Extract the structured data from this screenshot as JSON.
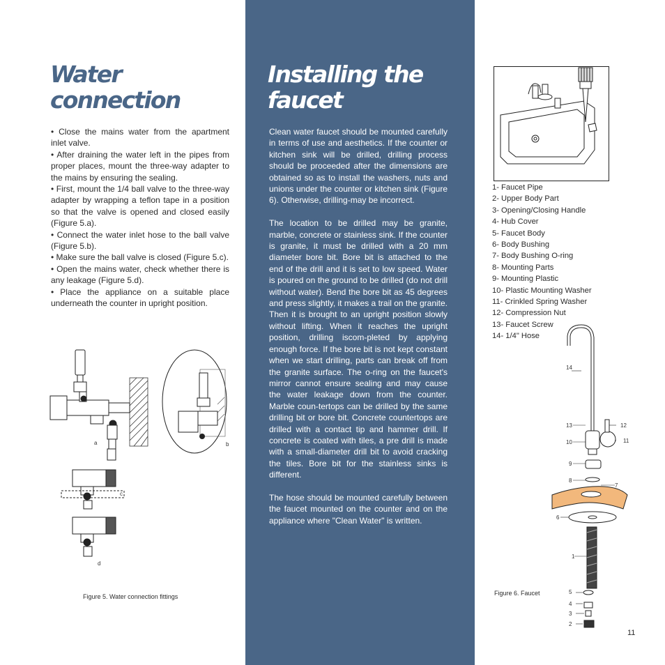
{
  "left": {
    "title": "Water connection",
    "bullets": [
      "• Close the mains water from the apartment inlet valve.",
      "• After draining the water left in the pipes from proper places, mount the three-way adapter to the mains by ensuring the sealing.",
      "• First, mount the 1/4 ball valve to the three-way adapter by wrapping a teflon tape in a position so that the valve is opened and closed easily (Figure 5.a).",
      "• Connect the water inlet hose to the ball valve (Figure 5.b).",
      "• Make sure the ball valve is closed (Figure 5.c).",
      "• Open the mains water, check whether there is any leakage (Figure 5.d).",
      "• Place the appliance on a suitable place underneath the counter in upright position."
    ],
    "fig_labels": {
      "a": "a",
      "b": "b",
      "c": "c",
      "d": "d"
    },
    "caption": "Figure 5. Water connection fittings"
  },
  "middle": {
    "title": "Installing the faucet",
    "paragraphs": [
      "Clean water faucet should be mounted carefully in terms of use and aesthetics. If the counter or kitchen sink will be drilled, drilling process should be proceeded after the dimensions are obtained so as to install the washers, nuts and unions under the counter or kitchen sink (Figure 6). Otherwise, drilling-may be incorrect.",
      "The location to be drilled may be granite, marble, concrete or stainless sink. If the counter is granite, it must be drilled with a 20 mm diameter bore bit. Bore bit is attached to the end of the drill and it is set to low speed. Water is poured on the ground to be drilled (do not drill without water). Bend the bore bit as 45 degrees and press slightly, it makes a trail on the granite. Then it is brought to an upright position slowly without lifting. When it reaches the upright position, drilling iscom-pleted by applying enough force. If the bore bit is not kept constant when we start drilling, parts can break off from the granite surface. The o-ring on the faucet's mirror cannot ensure sealing and may cause the water leakage down from the counter. Marble coun-tertops can be drilled by the same drilling bit or bore bit. Concrete countertops are drilled with a contact tip and hammer drill. If concrete is coated with tiles, a pre drill is made with a small-diameter drill bit to avoid cracking the tiles. Bore bit for the stainless sinks is different.",
      "The hose should be mounted carefully between the faucet mounted on the counter and on the appliance where \"Clean Water\" is written."
    ]
  },
  "right": {
    "parts": [
      "1- Faucet Pipe",
      "2- Upper Body Part",
      "3- Opening/Closing Handle",
      "4- Hub Cover",
      "5- Faucet Body",
      "6- Body Bushing",
      "7- Body Bushing O-ring",
      "8- Mounting Parts",
      "9- Mounting Plastic",
      "10- Plastic Mounting Washer",
      "11- Crinkled Spring Washer",
      "12- Compression Nut",
      "13- Faucet Screw",
      "14- 1/4\" Hose"
    ],
    "diagram_numbers": [
      "14",
      "13",
      "12",
      "10",
      "11",
      "9",
      "8",
      "7",
      "6",
      "1",
      "5",
      "4",
      "3",
      "2"
    ],
    "caption": "Figure 6. Faucet"
  },
  "page_number": "11",
  "colors": {
    "accent_blue": "#4a6687",
    "wood": "#f2b87c"
  }
}
